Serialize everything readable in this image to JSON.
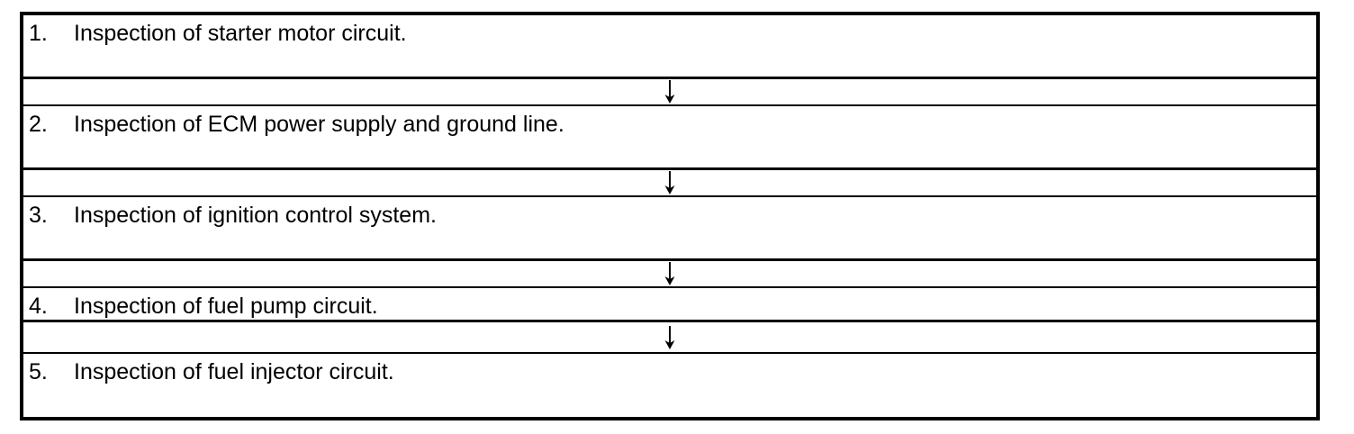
{
  "diagram": {
    "type": "vertical-flowchart",
    "title": "",
    "border_color": "#000000",
    "background_color": "#ffffff",
    "text_color": "#000000",
    "connector_icon": "down-arrow-icon",
    "connector_glyph": "↓",
    "steps": [
      {
        "number": "1.",
        "label": "Inspection of starter motor circuit."
      },
      {
        "number": "2.",
        "label": "Inspection of ECM power supply and ground line."
      },
      {
        "number": "3.",
        "label": "Inspection of ignition control system."
      },
      {
        "number": "4.",
        "label": "Inspection of fuel pump circuit."
      },
      {
        "number": "5.",
        "label": "Inspection of fuel injector circuit."
      }
    ]
  }
}
